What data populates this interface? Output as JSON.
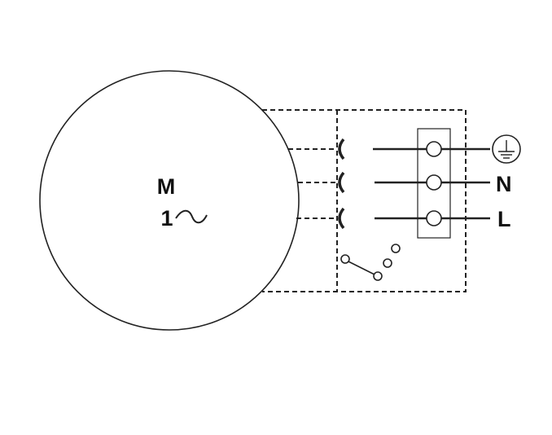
{
  "motor": {
    "symbol": "M",
    "phase": "1"
  },
  "terminals": {
    "neutral": "N",
    "line": "L",
    "earth_icon": "earth-ground-icon"
  },
  "colors": {
    "stroke": "#222222",
    "background": "#ffffff"
  }
}
